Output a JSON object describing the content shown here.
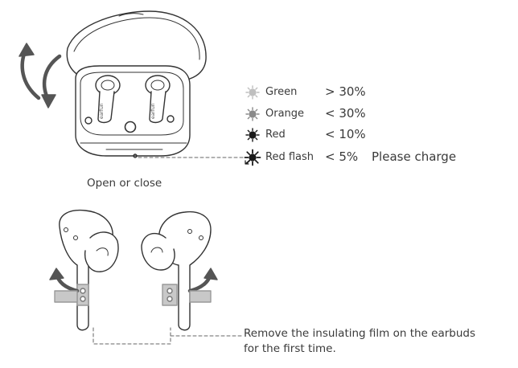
{
  "case_diagram": {
    "caption": "Open or close",
    "brand_mark": "earfun"
  },
  "led_legend": [
    {
      "label": "Green",
      "threshold": "> 30%",
      "note": "",
      "color": "#bfbfbf",
      "icon": "sun-icon"
    },
    {
      "label": "Orange",
      "threshold": "< 30%",
      "note": "",
      "color": "#8a8a8a",
      "icon": "sun-icon"
    },
    {
      "label": "Red",
      "threshold": "< 10%",
      "note": "",
      "color": "#1a1a1a",
      "icon": "sun-icon"
    },
    {
      "label": "Red flash",
      "threshold": "< 5%",
      "note": "Please charge",
      "color": "#1a1a1a",
      "icon": "flash-sun-icon"
    }
  ],
  "earbud_diagram": {
    "instruction_line1": "Remove the insulating film on the earbuds",
    "instruction_line2": "for the first time."
  }
}
